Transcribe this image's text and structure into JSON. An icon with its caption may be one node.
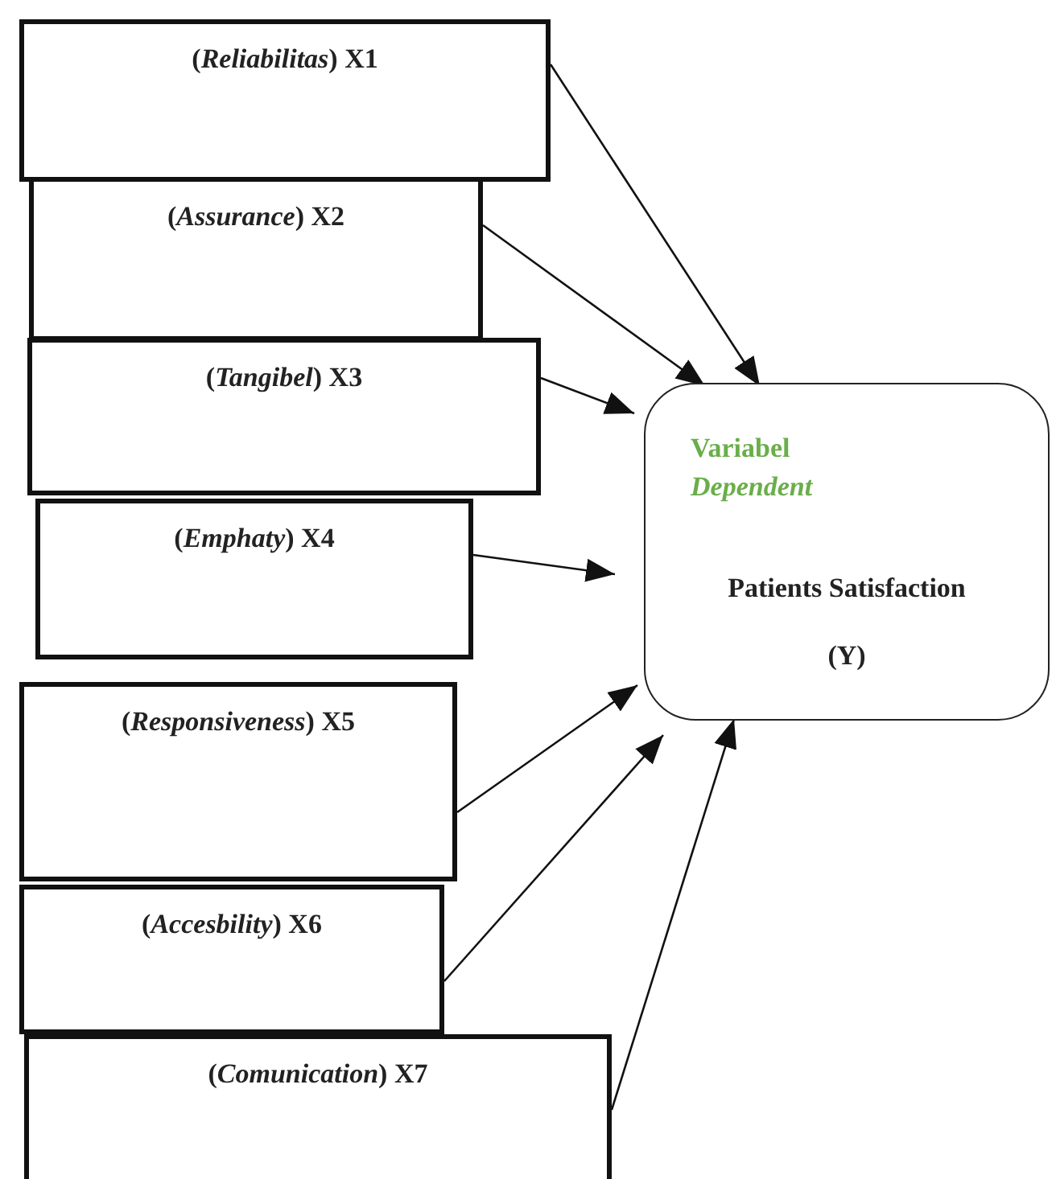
{
  "diagram": {
    "nodes": [
      {
        "text": [
          "(*Reliabilitas*) X1"
        ]
      },
      {
        "text": [
          "(*Assurance*) X2"
        ]
      },
      {
        "text": [
          "(*Tangibel*) X3"
        ]
      },
      {
        "text": [
          "(*Emphaty*) X4"
        ]
      },
      {
        "text": [
          "(*Responsiveness*) X5"
        ]
      },
      {
        "text": [
          "(*Accesbility*) X6"
        ]
      },
      {
        "text": [
          "(*Comunication*) X7"
        ]
      },
      {
        "text": [
          "Variabel *Dependent*",
          "Patients Satisfaction (Y)"
        ]
      }
    ],
    "edges": [
      {
        "from": 0,
        "to": 7,
        "arrow": "to"
      },
      {
        "from": 1,
        "to": 7,
        "arrow": "to"
      },
      {
        "from": 2,
        "to": 7,
        "arrow": "to"
      },
      {
        "from": 3,
        "to": 7,
        "arrow": "to"
      },
      {
        "from": 4,
        "to": 7,
        "arrow": "to"
      },
      {
        "from": 5,
        "to": 7,
        "arrow": "to"
      },
      {
        "from": 6,
        "to": 7,
        "arrow": "to"
      }
    ]
  }
}
